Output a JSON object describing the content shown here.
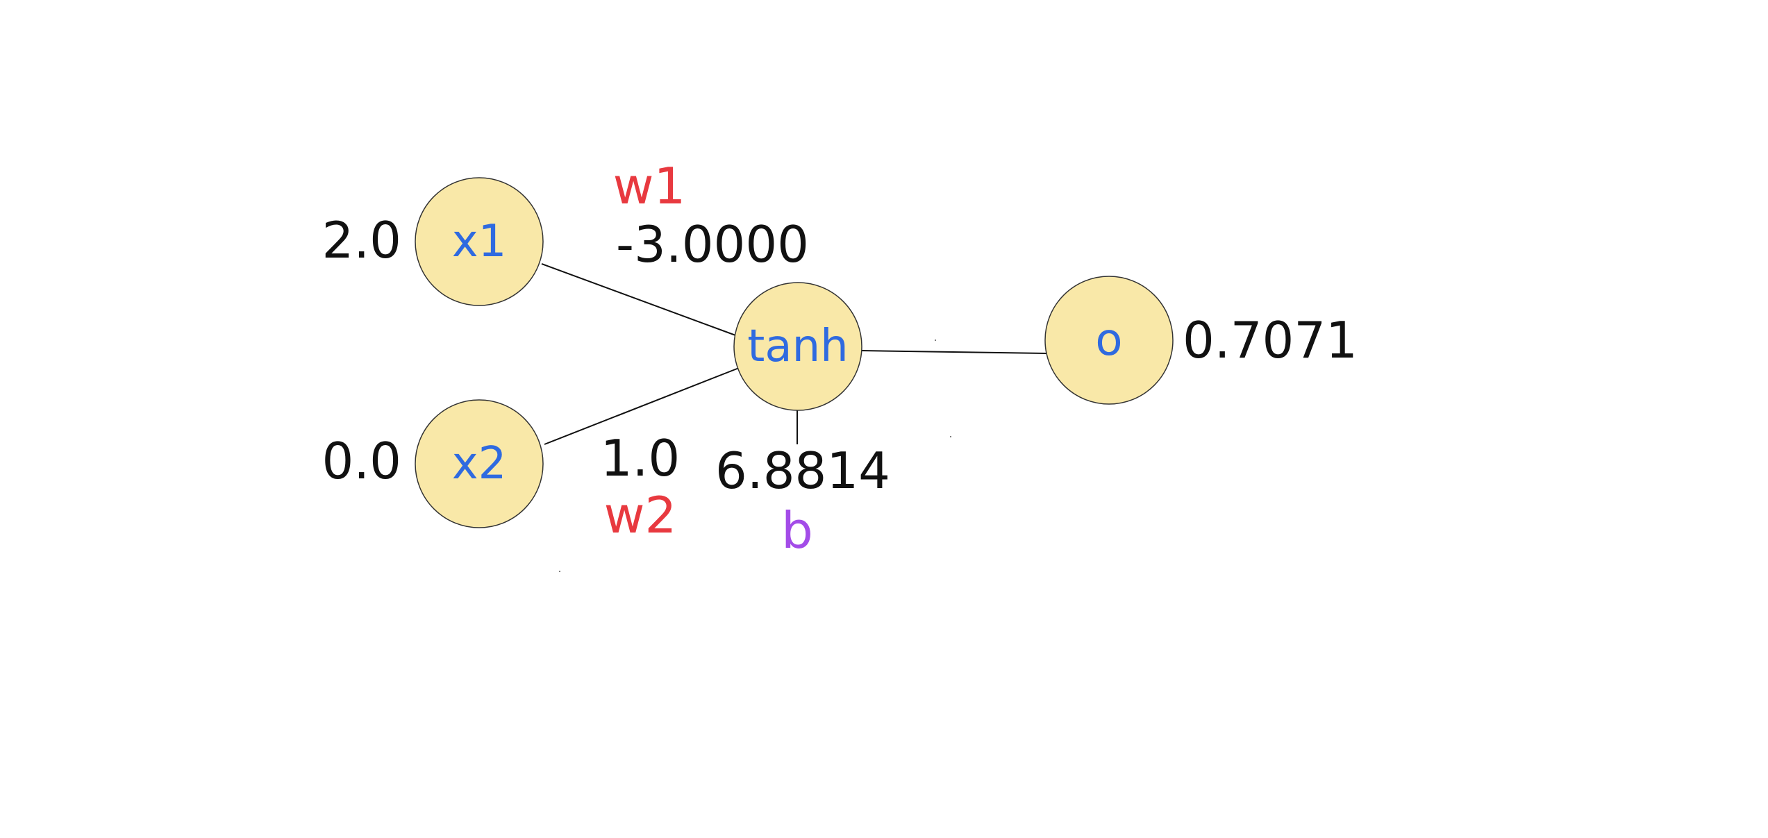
{
  "colors": {
    "node_fill": "#f9e8a8",
    "node_label": "#2f6ae0",
    "value_text": "#111111",
    "weight_label": "#e8393f",
    "bias_label": "#a34ce8",
    "edge": "#111111"
  },
  "nodes": {
    "x1": {
      "label": "x1",
      "value": "2.0"
    },
    "x2": {
      "label": "x2",
      "value": "0.0"
    },
    "neuron": {
      "label": "tanh"
    },
    "output": {
      "label": "o",
      "value": "0.7071"
    }
  },
  "params": {
    "w1": {
      "name": "w1",
      "value": "-3.0000"
    },
    "w2": {
      "name": "w2",
      "value": "1.0"
    },
    "b": {
      "name": "b",
      "value": "6.8814"
    }
  }
}
